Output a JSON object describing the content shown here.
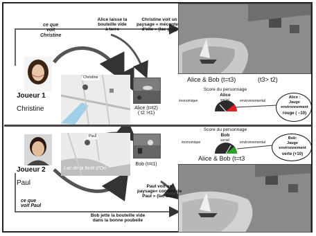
{
  "top": {
    "player_label": "Joueur 1",
    "player_name": "Christine",
    "sees_label": "ce que\nvoit\nChristine",
    "action_text": "Alice laisse la\nbouteille vide\nà terre",
    "landscape_text": "Christine voit un\npaysage « mécontent\nd’elle » (lac gris)",
    "map_label": "Christine",
    "thumb_caption": "Alice (t=t2)\n( t2 >t1)",
    "big_caption": "Alice & Bob (t=t3)",
    "big_caption_extra": "(t3> t2)",
    "score_title": "Score du personnage",
    "score_name": "Alice",
    "gauge_labels": [
      "économique",
      "social",
      "environnemental"
    ],
    "bubble_text_lines": [
      "Alice :",
      "Jauge",
      "environnement",
      "rouge ( −10)"
    ],
    "gauge_color": "#e02020"
  },
  "bottom": {
    "player_label": "Joueur 2",
    "player_name": "Paul",
    "sees_label": "ce que\nvoit Paul",
    "map_label": "Paul",
    "map_lake": "Lac de la forêt d'Ori",
    "thumb_caption": "Bob (t=t1)",
    "big_caption": "Alice & Bob (t=t3",
    "score_title": "Score du personnage",
    "score_name": "Bob",
    "gauge_labels": [
      "économique",
      "social",
      "environnemental"
    ],
    "bubble_text_lines": [
      "Bob:",
      "Jauge",
      "environnement",
      "verte (+10)"
    ],
    "landscape_text": "Paul voit un\npaysage« content de\nPaul » (lac bleu)",
    "action_text": "Bob jette la bouteille vide\ndans la bonne poubelle",
    "gauge_color": "#2aa52a"
  }
}
